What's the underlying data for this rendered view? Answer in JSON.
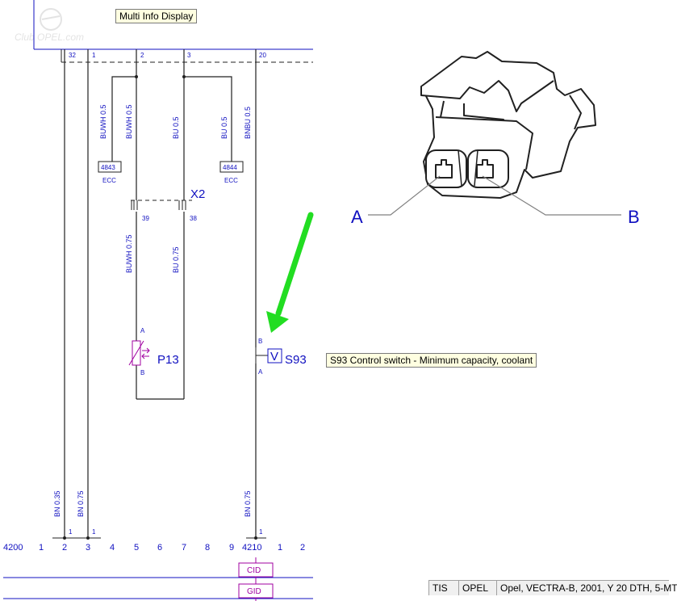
{
  "tooltips": {
    "module": "Multi Info Display",
    "component": "S93 Control switch - Minimum capacity, coolant"
  },
  "module_pins": [
    "32",
    "1",
    "2",
    "3",
    "20"
  ],
  "wires": {
    "w1": "BUWH 0.5",
    "w2": "BUWH 0.5",
    "w3": "BU 0.5",
    "w4": "BU 0.5",
    "w5": "BNBU 0.5",
    "w6": "BUWH 0.75",
    "w7": "BU 0.75",
    "w8": "BN 0.35",
    "w9": "BN 0.75",
    "w10": "BN 0.75"
  },
  "connectors": {
    "ecc_left": {
      "code": "4843",
      "name": "ECC"
    },
    "ecc_right": {
      "code": "4844",
      "name": "ECC"
    },
    "x2": {
      "name": "X2",
      "pin_left": "39",
      "pin_right": "38"
    }
  },
  "components": {
    "p13": {
      "name": "P13",
      "pin_top": "A",
      "pin_bottom": "B"
    },
    "s93": {
      "name": "S93",
      "symbol": "V",
      "pin_top": "B",
      "pin_bottom": "A"
    }
  },
  "ground_pins": {
    "g1": "1",
    "g2": "1",
    "g3": "1"
  },
  "bottom_ruler": [
    "4200",
    "1",
    "2",
    "3",
    "4",
    "5",
    "6",
    "7",
    "8",
    "9",
    "4210",
    "1",
    "2"
  ],
  "bottom_boxes": {
    "cid": "CID",
    "gid": "GID"
  },
  "connector_view": {
    "left": "A",
    "right": "B"
  },
  "watermark": "Club OPEL.com",
  "status": {
    "tis": "TIS",
    "make": "OPEL",
    "vehicle": "Opel, VECTRA-B, 2001, Y 20 DTH, 5-MT"
  },
  "colors": {
    "wire": "#1010c0",
    "line": "#303030",
    "arrow": "#22dd22",
    "component": "#a000a0"
  }
}
